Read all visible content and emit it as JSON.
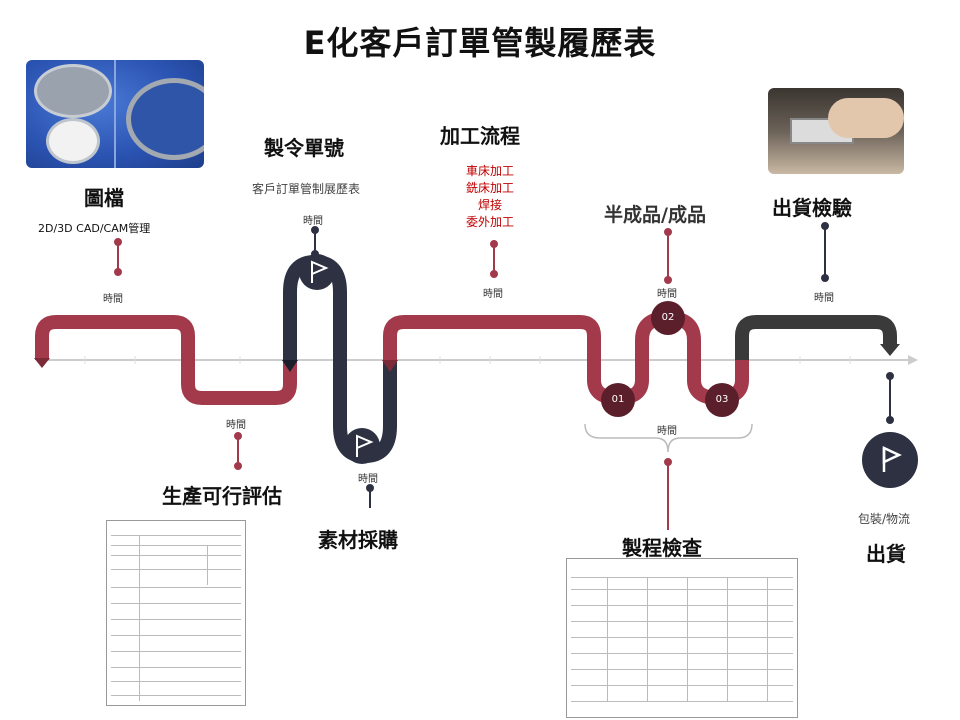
{
  "title": "E化客戶訂單管製履歷表",
  "time_label": "時間",
  "stages": {
    "drawing": {
      "title": "圖檔",
      "subtitle": "2D/3D CAD/CAM管理"
    },
    "feasibility": {
      "title": "生產可行評估"
    },
    "order_no": {
      "title": "製令單號",
      "subtitle": "客戶訂單管制展歷表"
    },
    "material": {
      "title": "素材採購"
    },
    "process": {
      "title": "加工流程",
      "items": [
        "車床加工",
        "銑床加工",
        "焊接",
        "委外加工"
      ]
    },
    "semi": {
      "title": "半成品/成品"
    },
    "inspection": {
      "title": "製程檢查"
    },
    "shipping_check": {
      "title": "出貨檢驗"
    },
    "packing": {
      "subtitle": "包裝/物流",
      "title": "出貨"
    }
  },
  "markers": [
    "01",
    "02",
    "03"
  ],
  "colors": {
    "crimson": "#a23a4c",
    "navy": "#2d3142",
    "dark": "#3a3a3a",
    "axis": "#cccccc"
  },
  "icons": [
    "flag-icon"
  ]
}
